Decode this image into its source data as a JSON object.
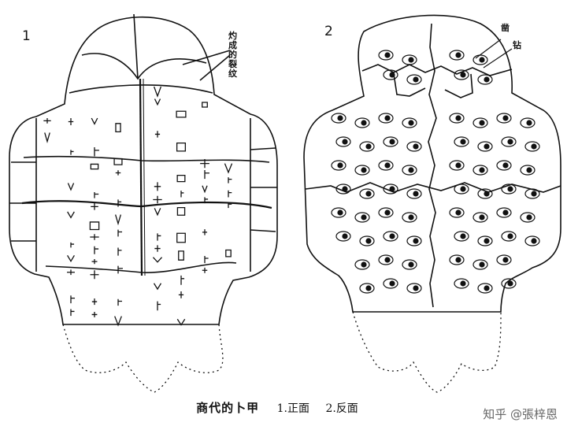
{
  "figure": {
    "panel_1_number": "1",
    "panel_2_number": "2",
    "annotations": {
      "burn_cracks": "灼成的裂纹",
      "chisel_pit": "凿",
      "drill_pit": "钻"
    },
    "caption": {
      "title": "商代的卜甲",
      "item_1": "1.正面",
      "item_2": "2.反面"
    }
  },
  "watermark": "知乎 @張梓恩",
  "colors": {
    "ink": "#111111",
    "paper": "#ffffff",
    "watermark": "#666666"
  },
  "icons": [
    "oracle-bone-front",
    "oracle-bone-back",
    "scorch-pit-marks"
  ]
}
